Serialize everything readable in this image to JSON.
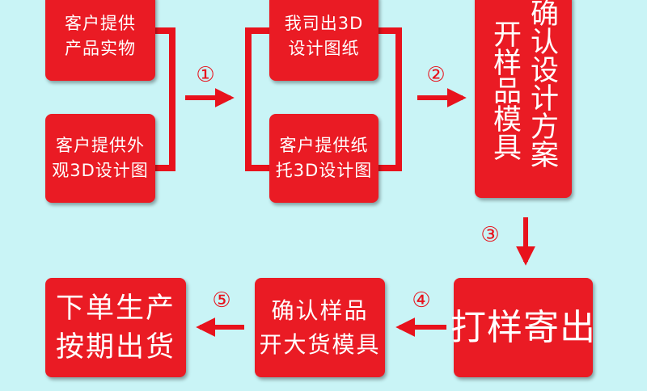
{
  "boxes": {
    "b1": {
      "line1": "客户提供",
      "line2": "产品实物"
    },
    "b2": {
      "line1": "客户提供外",
      "line2": "观3D设计图"
    },
    "b3": {
      "line1": "我司出3D",
      "line2": "设计图纸"
    },
    "b4": {
      "line1": "客户提供纸",
      "line2": "托3D设计图"
    },
    "b5": {
      "col1": "确认设计方案",
      "col2": "开样品模具"
    },
    "b6": {
      "text": "打样寄出"
    },
    "b7": {
      "line1": "确认样品",
      "line2": "开大货模具"
    },
    "b8": {
      "line1": "下单生产",
      "line2": "按期出货"
    }
  },
  "steps": {
    "s1": "①",
    "s2": "②",
    "s3": "③",
    "s4": "④",
    "s5": "⑤"
  },
  "colors": {
    "background": "#c9f4f6",
    "box": "#ea1b24",
    "text": "#ffffff",
    "arrow": "#e8121c"
  }
}
